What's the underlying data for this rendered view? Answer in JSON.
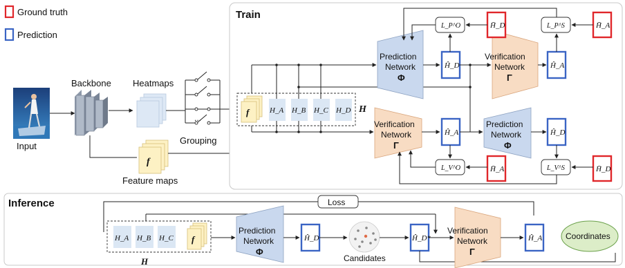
{
  "legend": {
    "ground_truth": "Ground truth",
    "prediction": "Prediction",
    "ground_truth_color": "#e0262a",
    "prediction_color": "#3a64c4"
  },
  "left": {
    "input": "Input",
    "backbone": "Backbone",
    "heatmaps": "Heatmaps",
    "grouping": "Grouping",
    "feature_maps": "Feature maps",
    "feature_symbol": "f",
    "switch_dots": "..."
  },
  "train": {
    "title": "Train",
    "stack": [
      "f",
      "H_A",
      "H_B",
      "H_C",
      "H_D"
    ],
    "stack_label": "H",
    "top_row": {
      "prediction": {
        "line1": "Prediction",
        "line2": "Network",
        "symbol": "Φ"
      },
      "out_d": "Ĥ_D",
      "verification": {
        "line1": "Verification",
        "line2": "Network",
        "symbol": "Γ"
      },
      "out_a": "Ĥ_A",
      "loss_p_o": "L_P^O",
      "loss_p_s": "L_P^S",
      "gt_d": "H̄_D",
      "gt_a": "H̄_A"
    },
    "bottom_row": {
      "verification": {
        "line1": "Verification",
        "line2": "Network",
        "symbol": "Γ"
      },
      "out_a": "Ĥ_A",
      "prediction": {
        "line1": "Prediction",
        "line2": "Network",
        "symbol": "Φ"
      },
      "out_d": "Ĥ_D",
      "loss_v_o": "L_V^O",
      "loss_v_s": "L_V^S",
      "gt_a": "H̄_A",
      "gt_d": "H̄_D"
    }
  },
  "inference": {
    "title": "Inference",
    "loss": "Loss",
    "stack": [
      "H_A",
      "H_B",
      "H_C",
      "f"
    ],
    "stack_label": "H",
    "prediction": {
      "line1": "Prediction",
      "line2": "Network",
      "symbol": "Φ"
    },
    "out_d": "Ĥ_D",
    "candidates": "Candidates",
    "best_d": "Ĥ_D*",
    "verification": {
      "line1": "Verification",
      "line2": "Network",
      "symbol": "Γ"
    },
    "out_a": "Ĥ_A",
    "coordinates": "Coordinates"
  }
}
